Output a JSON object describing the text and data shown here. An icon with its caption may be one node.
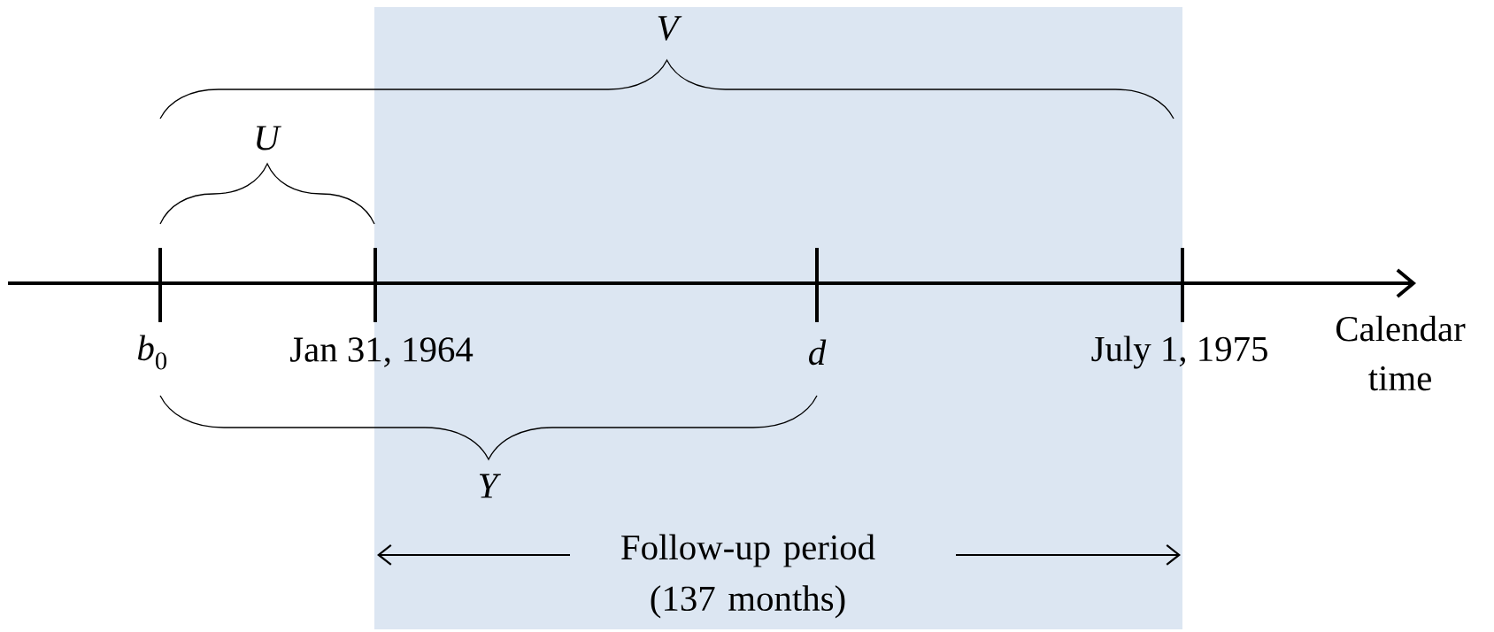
{
  "diagram": {
    "nodes": [
      {
        "text": [
          "Follow-up period (137 months)"
        ]
      }
    ],
    "edges": [],
    "labels": [
      "V",
      "U",
      "*b*$_{0}$",
      "Jan 31, 1964",
      "d",
      "July 1, 1975",
      "Calendar time",
      "Y"
    ]
  }
}
